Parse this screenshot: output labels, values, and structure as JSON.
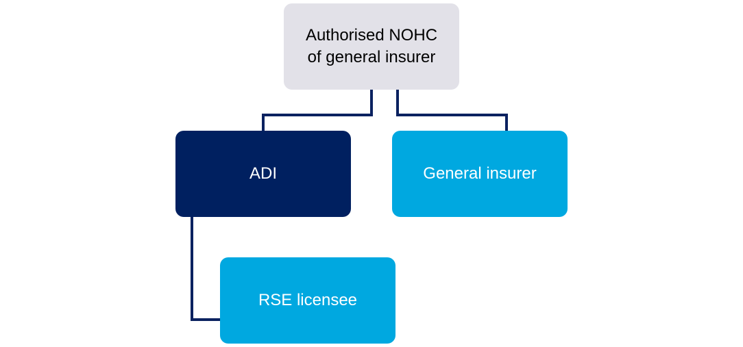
{
  "colors": {
    "connector": "#0b2260",
    "nohc_fill": "#e2e1e8",
    "adi_fill": "#002060",
    "light_fill": "#00a8e0"
  },
  "nodes": {
    "nohc": {
      "label": "Authorised NOHC\nof general insurer"
    },
    "adi": {
      "label": "ADI"
    },
    "general_insurer": {
      "label": "General insurer"
    },
    "rse_licensee": {
      "label": "RSE licensee"
    }
  }
}
